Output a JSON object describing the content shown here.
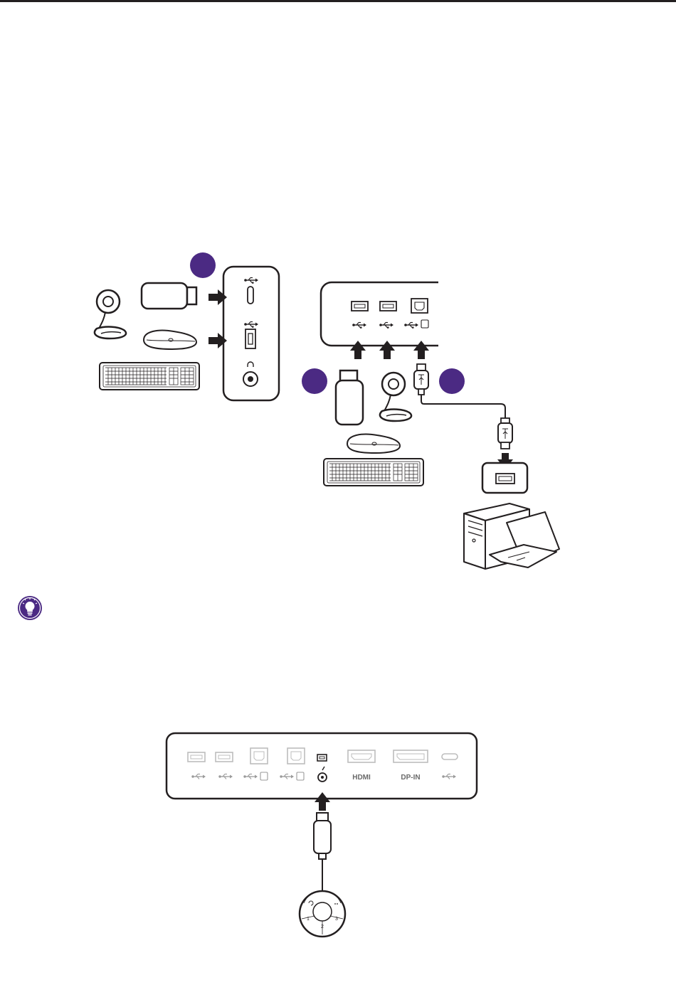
{
  "colors": {
    "accent": "#4b2a83",
    "line": "#231f20",
    "muted": "#bdbdbd"
  },
  "icons": {
    "step_markers": [
      "purple-circle-marker",
      "purple-circle-marker",
      "purple-circle-marker"
    ],
    "tip": "lightbulb-icon"
  },
  "bottom_panel": {
    "hdmi_logo": "HDMI",
    "dp_label": "DP-IN"
  },
  "controller": {
    "numbers": [
      "1",
      "2",
      "3"
    ]
  }
}
